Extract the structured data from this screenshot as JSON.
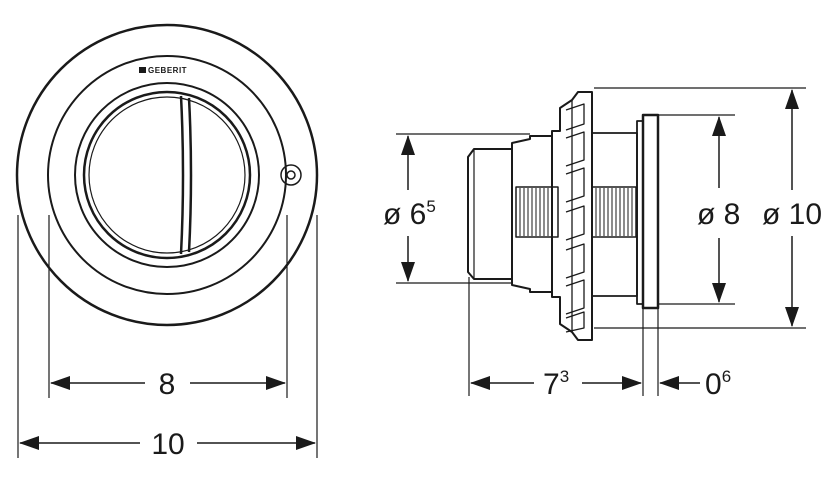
{
  "front_view": {
    "brand": "GEBERIT",
    "inner_width_label": "8",
    "outer_width_label": "10"
  },
  "side_view": {
    "button_diameter": {
      "prefix": "ø 6",
      "sup": "5"
    },
    "inner_diameter_label": "ø 8",
    "outer_diameter_label": "ø 10",
    "depth": {
      "base": "7",
      "sup": "3"
    },
    "plate_thickness": {
      "base": "0",
      "sup": "6"
    }
  },
  "colors": {
    "line": "#1a1a1a",
    "background": "#ffffff"
  }
}
